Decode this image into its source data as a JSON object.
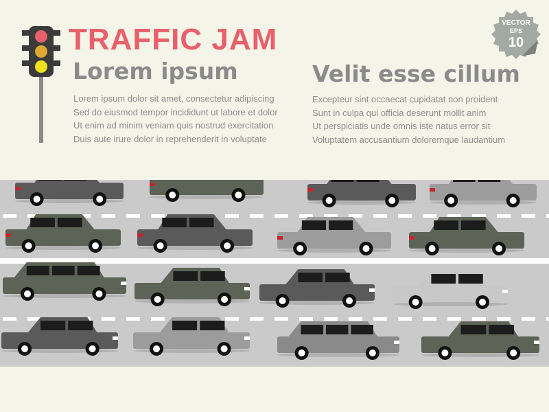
{
  "title": "TRAFFIC JAM",
  "left_section": {
    "heading": "Lorem ipsum",
    "lines": [
      "Lorem ipsum dolor sit amet, consectetur adipiscing",
      "Sed do eiusmod tempor incididunt ut labore et dolor",
      "Ut enim ad minim veniam quis nostrud exercitation",
      "Duis aute irure dolor in reprehenderit in voluptate"
    ]
  },
  "right_section": {
    "heading": "Velit esse cillum",
    "lines": [
      "Excepteur sint occaecat cupidatat non proident",
      "Sunt in culpa qui officia deserunt mollit anim",
      "Ut perspiciatis unde omnis iste natus error sit",
      "Voluptatem accusantium doloremque laudantium"
    ]
  },
  "badge": {
    "line1": "VECTOR",
    "line2": "EPS",
    "line3": "10"
  },
  "icons": [
    "traffic-light-icon",
    "vector-eps-badge-icon",
    "car-icon"
  ],
  "colors": {
    "background": "#f4f4e8",
    "title": "#e8606a",
    "heading": "#8b8b8b",
    "body_text": "#8d8d8d",
    "road": "#cacaca",
    "lane_marking": "#ffffff",
    "traffic_light_red": "#e8606a",
    "traffic_light_amber": "#e0a830",
    "traffic_light_yellow": "#f0e020",
    "car_shades": [
      "#5a5a5a",
      "#6e6e6e",
      "#8a8a8a",
      "#9c9c9c",
      "#c8c8c8",
      "#5d6357"
    ]
  }
}
